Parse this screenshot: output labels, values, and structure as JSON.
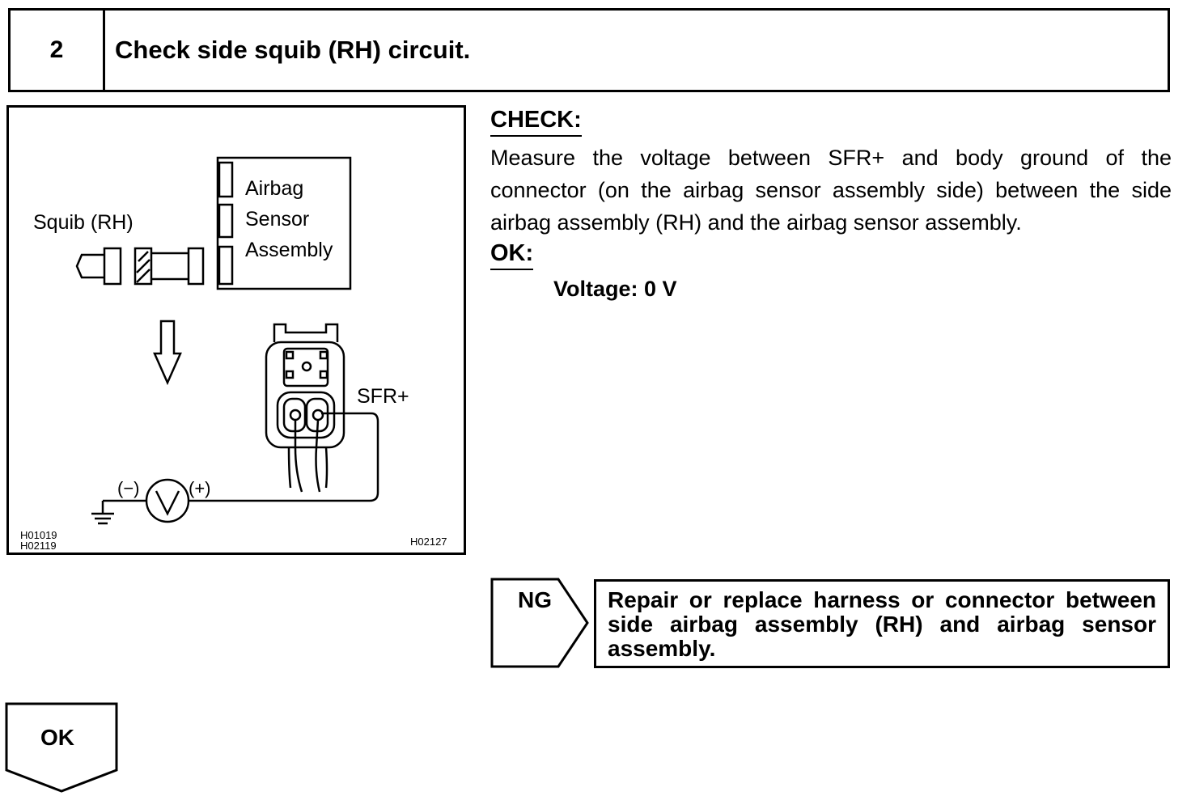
{
  "step": {
    "number": "2",
    "title": "Check side squib (RH) circuit."
  },
  "figure": {
    "squib_label": "Squib (RH)",
    "sensor_label_lines": [
      "Airbag",
      "Sensor",
      "Assembly"
    ],
    "terminal_label": "SFR+",
    "meter_minus": "(−)",
    "meter_plus": "(+)",
    "meter_symbol": "V",
    "code_left_1": "H01019",
    "code_left_2": "H02119",
    "code_right": "H02127"
  },
  "check": {
    "heading": "CHECK:",
    "text": "Measure the voltage between SFR+ and body ground of the connector (on the airbag sensor assembly side) between the side airbag assembly (RH) and the airbag sensor assembly.",
    "ok_heading": "OK:",
    "ok_value": "Voltage: 0 V"
  },
  "ng": {
    "label": "NG",
    "action": "Repair or replace harness or connector between side airbag assembly (RH) and airbag sensor assembly."
  },
  "ok": {
    "label": "OK"
  }
}
